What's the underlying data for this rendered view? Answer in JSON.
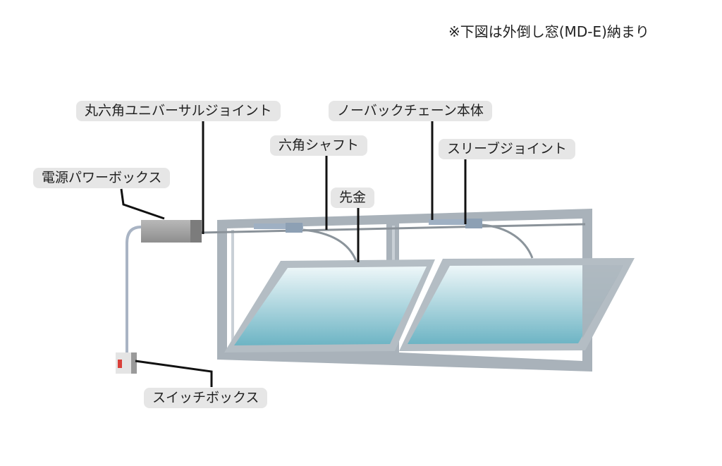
{
  "note": "※下図は外倒し窓(MD-E)納まり",
  "labels": {
    "universal_joint": "丸六角ユニバーサルジョイント",
    "chain_body": "ノーバックチェーン本体",
    "hex_shaft": "六角シャフト",
    "sleeve_joint": "スリーブジョイント",
    "power_box": "電源パワーボックス",
    "tip_fitting": "先金",
    "switch_box": "スイッチボックス"
  },
  "colors": {
    "label_bg": "#e6e6e6",
    "frame": "#aab3bb",
    "glass_top": "#e8f4f7",
    "glass_bottom": "#6fb6c6",
    "switch_red": "#d9403a"
  }
}
